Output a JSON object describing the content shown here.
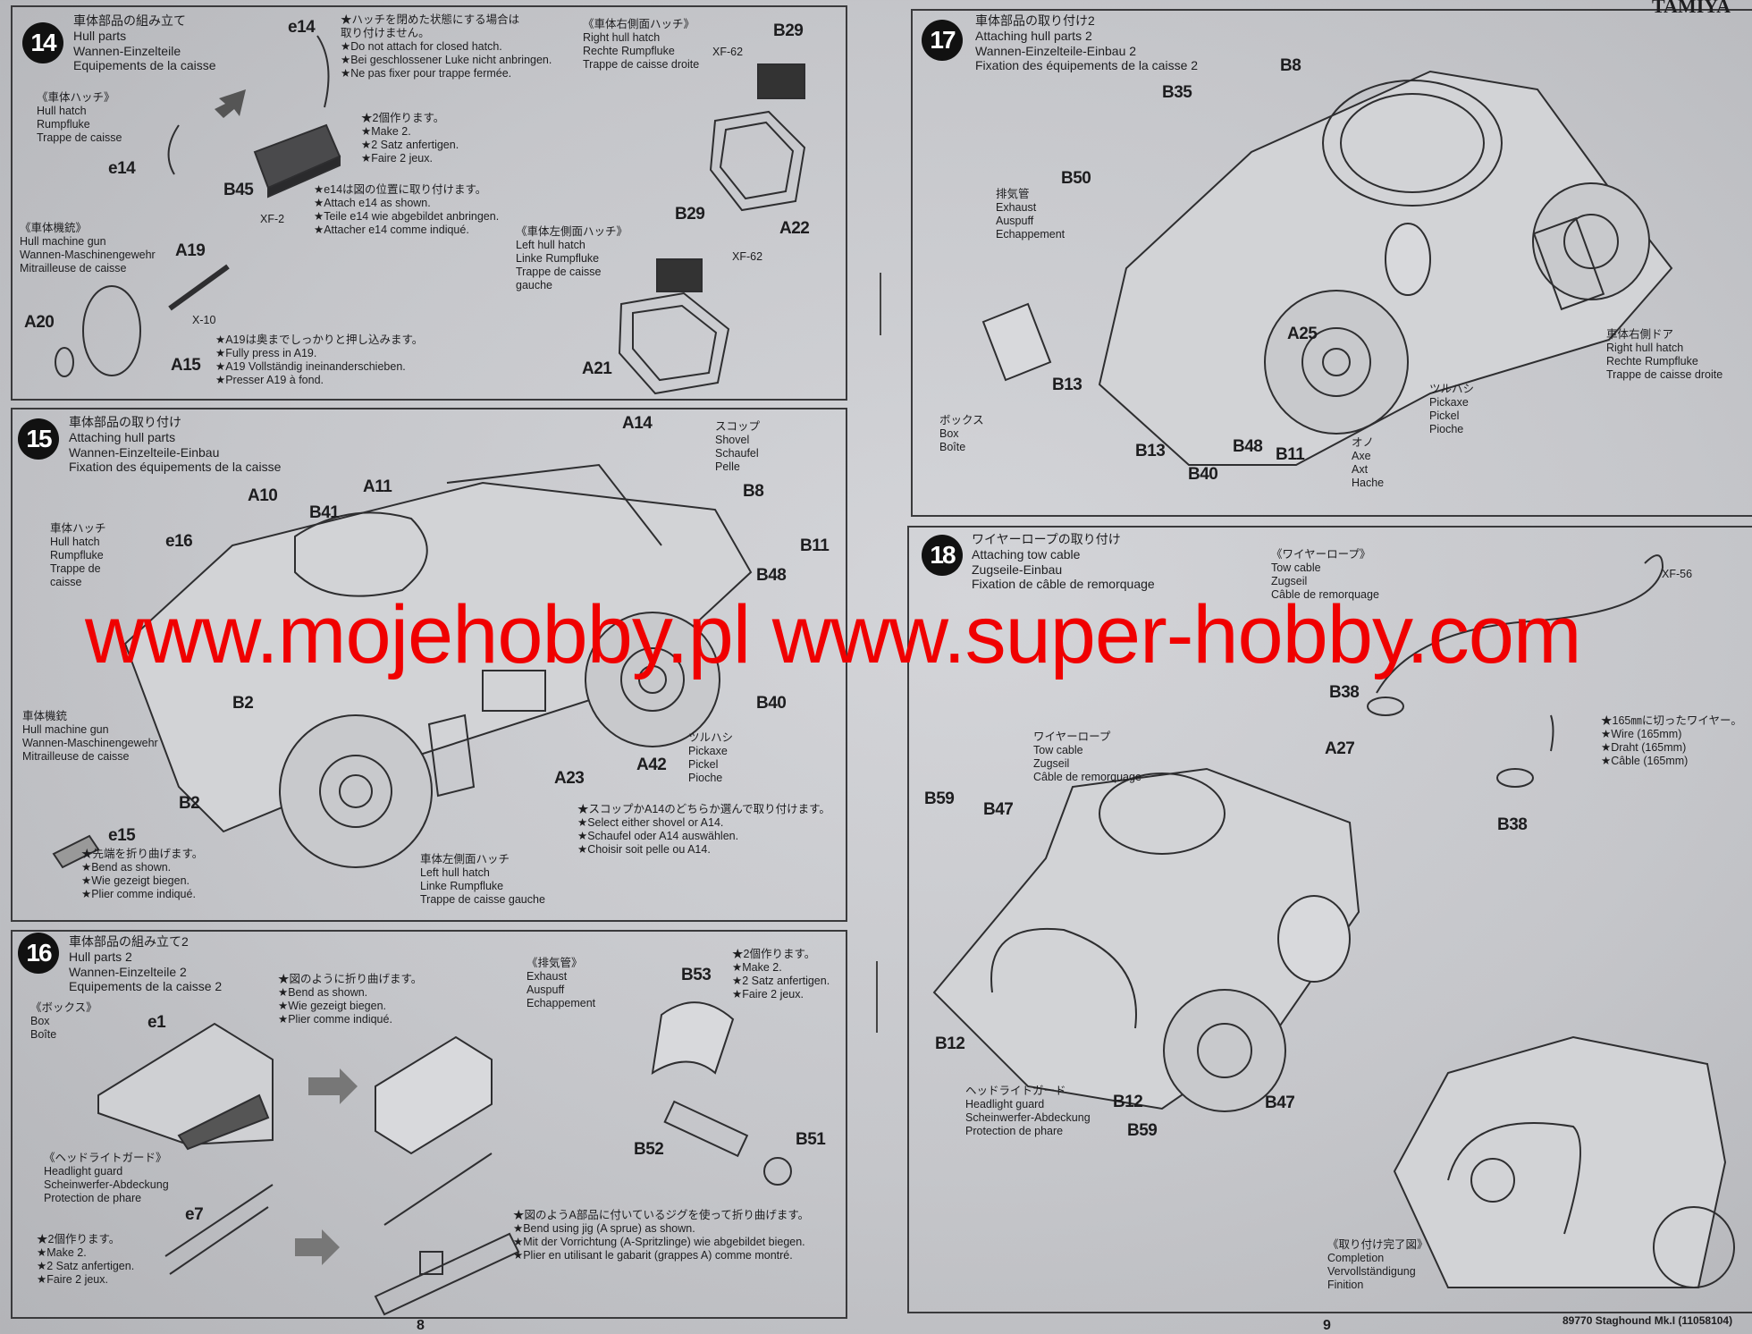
{
  "page": {
    "left_number": "8",
    "right_number": "9",
    "footer": "89770 Staghound Mk.I (11058104)",
    "brand": "TAMIYA"
  },
  "watermark": "www.mojehobby.pl www.super-hobby.com",
  "steps": {
    "s14": {
      "number": "14",
      "title": [
        "車体部品の組み立て",
        "Hull parts",
        "Wannen-Einzelteile",
        "Equipements de la caisse"
      ],
      "texts": {
        "e14a": [
          "e14"
        ],
        "note_closed": [
          "★ハッチを閉めた状態にする場合は",
          "  取り付けません。",
          "★Do not attach for closed hatch.",
          "★Bei geschlossener Luke nicht anbringen.",
          "★Ne pas fixer pour trappe fermée."
        ],
        "right_hatch": [
          "《車体右側面ハッチ》",
          "Right hull hatch",
          "Rechte Rumpfluke",
          "Trappe de caisse droite"
        ],
        "b29a": [
          "B29"
        ],
        "xf62a": [
          "XF-62"
        ],
        "hull_hatch": [
          "《車体ハッチ》",
          "Hull hatch",
          "Rumpfluke",
          "Trappe de caisse"
        ],
        "e14b": [
          "e14"
        ],
        "note_make2": [
          "★2個作ります。",
          "★Make 2.",
          "★2 Satz anfertigen.",
          "★Faire 2 jeux."
        ],
        "b45": [
          "B45"
        ],
        "xf2": [
          "XF-2"
        ],
        "note_attach": [
          "★e14は図の位置に取り付けます。",
          "★Attach e14 as shown.",
          "★Teile e14 wie abgebildet anbringen.",
          "★Attacher e14 comme indiqué."
        ],
        "a22": [
          "A22"
        ],
        "b29b": [
          "B29"
        ],
        "xf62b": [
          "XF-62"
        ],
        "left_hatch": [
          "《車体左側面ハッチ》",
          "Left hull hatch",
          "Linke Rumpfluke",
          "Trappe de caisse",
          "gauche"
        ],
        "hull_mg": [
          "《車体機銃》",
          "Hull machine gun",
          "Wannen-Maschinengewehr",
          "Mitrailleuse de caisse"
        ],
        "a19": [
          "A19"
        ],
        "x10": [
          "X-10"
        ],
        "a20": [
          "A20"
        ],
        "a15": [
          "A15"
        ],
        "note_a19": [
          "★A19は奥までしっかりと押し込みます。",
          "★Fully press in A19.",
          "★A19 Vollständig ineinanderschieben.",
          "★Presser A19 à fond."
        ],
        "a21": [
          "A21"
        ]
      }
    },
    "s15": {
      "number": "15",
      "title": [
        "車体部品の取り付け",
        "Attaching hull parts",
        "Wannen-Einzelteile-Einbau",
        "Fixation des équipements de la caisse"
      ],
      "texts": {
        "a14": [
          "A14"
        ],
        "shovel": [
          "スコップ",
          "Shovel",
          "Schaufel",
          "Pelle"
        ],
        "a10": [
          "A10"
        ],
        "a11": [
          "A11"
        ],
        "b41": [
          "B41"
        ],
        "b8": [
          "B8"
        ],
        "e16": [
          "e16"
        ],
        "hull_hatch": [
          "車体ハッチ",
          "Hull hatch",
          "Rumpfluke",
          "Trappe de",
          "caisse"
        ],
        "b48": [
          "B48"
        ],
        "b2a": [
          "B2"
        ],
        "b11": [
          "B11"
        ],
        "b40": [
          "B40"
        ],
        "hull_mg": [
          "車体機銃",
          "Hull machine gun",
          "Wannen-Maschinengewehr",
          "Mitrailleuse de caisse"
        ],
        "a42": [
          "A42"
        ],
        "a23": [
          "A23"
        ],
        "pickaxe": [
          "ツルハシ",
          "Pickaxe",
          "Pickel",
          "Pioche"
        ],
        "b2b": [
          "B2"
        ],
        "e15": [
          "e15"
        ],
        "note_bend": [
          "★先端を折り曲げます。",
          "★Bend as shown.",
          "★Wie gezeigt biegen.",
          "★Plier comme indiqué."
        ],
        "left_hatch": [
          "車体左側面ハッチ",
          "Left hull hatch",
          "Linke Rumpfluke",
          "Trappe de caisse gauche"
        ],
        "note_select": [
          "★スコップかA14のどちらか選んで取り付けます。",
          "★Select either shovel or A14.",
          "★Schaufel oder A14 auswählen.",
          "★Choisir soit pelle ou A14."
        ]
      }
    },
    "s16": {
      "number": "16",
      "title": [
        "車体部品の組み立て2",
        "Hull parts 2",
        "Wannen-Einzelteile 2",
        "Equipements de la caisse 2"
      ],
      "texts": {
        "box": [
          "《ボックス》",
          "Box",
          "Boîte"
        ],
        "e1": [
          "e1"
        ],
        "note_bend": [
          "★図のように折り曲げます。",
          "★Bend as shown.",
          "★Wie gezeigt biegen.",
          "★Plier comme indiqué."
        ],
        "exhaust": [
          "《排気管》",
          "Exhaust",
          "Auspuff",
          "Echappement"
        ],
        "b53": [
          "B53"
        ],
        "note_make2": [
          "★2個作ります。",
          "★Make 2.",
          "★2 Satz anfertigen.",
          "★Faire 2 jeux."
        ],
        "b52": [
          "B52"
        ],
        "b51": [
          "B51"
        ],
        "headlight": [
          "《ヘッドライトガード》",
          "Headlight guard",
          "Scheinwerfer-Abdeckung",
          "Protection de phare"
        ],
        "e7": [
          "e7"
        ],
        "note_make2b": [
          "★2個作ります。",
          "★Make 2.",
          "★2 Satz anfertigen.",
          "★Faire 2 jeux."
        ],
        "note_jig": [
          "★図のようA部品に付いているジグを使って折り曲げます。",
          "★Bend using jig (A sprue) as shown.",
          "★Mit der Vorrichtung (A-Spritzlinge) wie abgebildet biegen.",
          "★Plier en utilisant le gabarit (grappes A) comme montré."
        ]
      }
    },
    "s17": {
      "number": "17",
      "title": [
        "車体部品の取り付け2",
        "Attaching hull parts 2",
        "Wannen-Einzelteile-Einbau 2",
        "Fixation des équipements de la caisse 2"
      ],
      "texts": {
        "b8": [
          "B8"
        ],
        "b35": [
          "B35"
        ],
        "b50": [
          "B50"
        ],
        "exhaust": [
          "排気管",
          "Exhaust",
          "Auspuff",
          "Echappement"
        ],
        "box": [
          "ボックス",
          "Box",
          "Boîte"
        ],
        "b13a": [
          "B13"
        ],
        "b13b": [
          "B13"
        ],
        "b40": [
          "B40"
        ],
        "b48": [
          "B48"
        ],
        "b11": [
          "B11"
        ],
        "a25": [
          "A25"
        ],
        "right_door": [
          "車体右側ドア",
          "Right hull hatch",
          "Rechte Rumpfluke",
          "Trappe de caisse droite"
        ],
        "pickaxe": [
          "ツルハシ",
          "Pickaxe",
          "Pickel",
          "Pioche"
        ],
        "axe": [
          "オノ",
          "Axe",
          "Axt",
          "Hache"
        ]
      }
    },
    "s18": {
      "number": "18",
      "title": [
        "ワイヤーロープの取り付け",
        "Attaching tow cable",
        "Zugseile-Einbau",
        "Fixation de câble de remorquage"
      ],
      "texts": {
        "tow_cable_top": [
          "《ワイヤーロープ》",
          "Tow cable",
          "Zugseil",
          "Câble de remorquage"
        ],
        "xf56": [
          "XF-56"
        ],
        "b38a": [
          "B38"
        ],
        "b38b": [
          "B38"
        ],
        "note_wire": [
          "★165㎜に切ったワイヤー。",
          "★Wire (165mm)",
          "★Draht (165mm)",
          "★Câble (165mm)"
        ],
        "tow_cable": [
          "ワイヤーロープ",
          "Tow cable",
          "Zugseil",
          "Câble de remorquage"
        ],
        "a27": [
          "A27"
        ],
        "b59a": [
          "B59"
        ],
        "b47a": [
          "B47"
        ],
        "b12a": [
          "B12"
        ],
        "b12b": [
          "B12"
        ],
        "b59b": [
          "B59"
        ],
        "b47b": [
          "B47"
        ],
        "headlight": [
          "ヘッドライトガード",
          "Headlight guard",
          "Scheinwerfer-Abdeckung",
          "Protection de phare"
        ],
        "completion": [
          "《取り付け完了図》",
          "Completion",
          "Vervollständigung",
          "Finition"
        ]
      }
    }
  }
}
